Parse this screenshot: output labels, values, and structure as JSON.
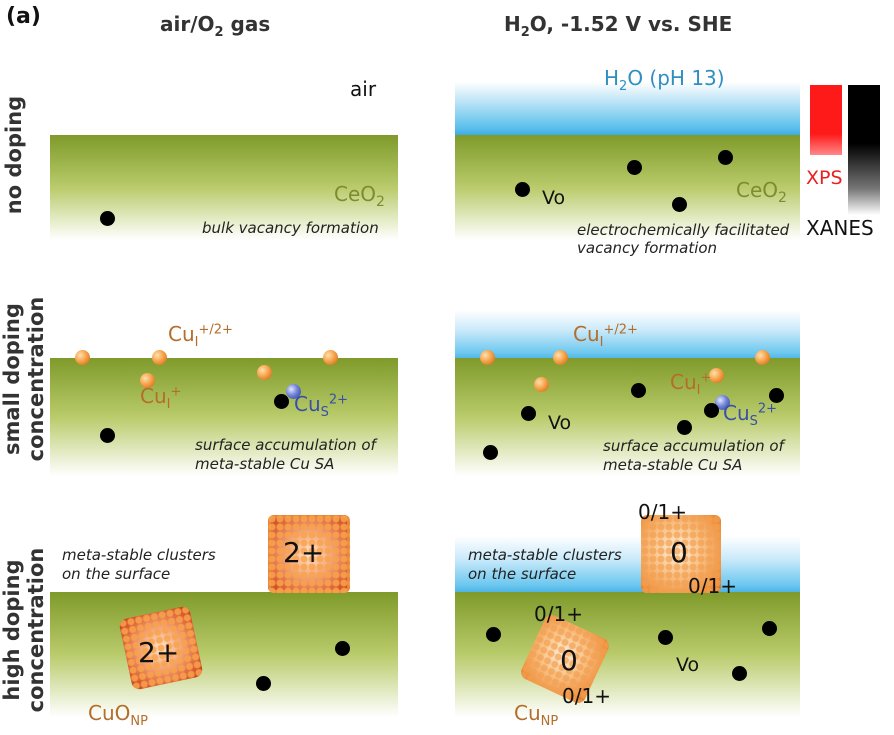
{
  "panel_label": "(a)",
  "columns": {
    "left": {
      "title_main": "air/O",
      "title_sub": "2",
      "title_rest": " gas"
    },
    "right": {
      "title_h": "H",
      "title_sub": "2",
      "title_rest": "O, -1.52 V vs. SHE"
    }
  },
  "rows": {
    "no_doping": "no doping",
    "small_doping_1": "small doping",
    "small_doping_2": "concentration",
    "high_doping_1": "high doping",
    "high_doping_2": "concentration"
  },
  "labels": {
    "air": "air",
    "water_h": "H",
    "water_sub": "2",
    "water_rest": "O (pH 13)",
    "ceo_main": "CeO",
    "ceo_sub": "2",
    "bulk_vacancy": "bulk vacancy formation",
    "echem_vacancy_1": "electrochemically facilitated",
    "echem_vacancy_2": "vacancy formation",
    "vo": "Vo",
    "xps": "XPS",
    "xanes": "XANES",
    "cu": "Cu",
    "cu_i_sub": "I",
    "cu_i_sup_12": "+/2+",
    "cu_i_sup_1": "+",
    "cu_s_sub": "S",
    "cu_s_sup": "2+",
    "surface_acc_1": "surface accumulation of",
    "surface_acc_2": "meta-stable Cu SA",
    "clusters_1": "meta-stable clusters",
    "clusters_2": "on the surface",
    "ox_2plus": "2+",
    "ox_0": "0",
    "ox_01": "0/1+",
    "cuo_np_main": "CuO",
    "cu_np_main": "Cu",
    "np_sub": "NP"
  },
  "colors": {
    "ceo2_slab": "#9bb33f",
    "water": "#5bc0ec",
    "cu_atom": "#f5a34a",
    "cu_s_atom": "#6f82d6",
    "xps_bar": "#ff2020",
    "xanes_bar": "#000000"
  }
}
